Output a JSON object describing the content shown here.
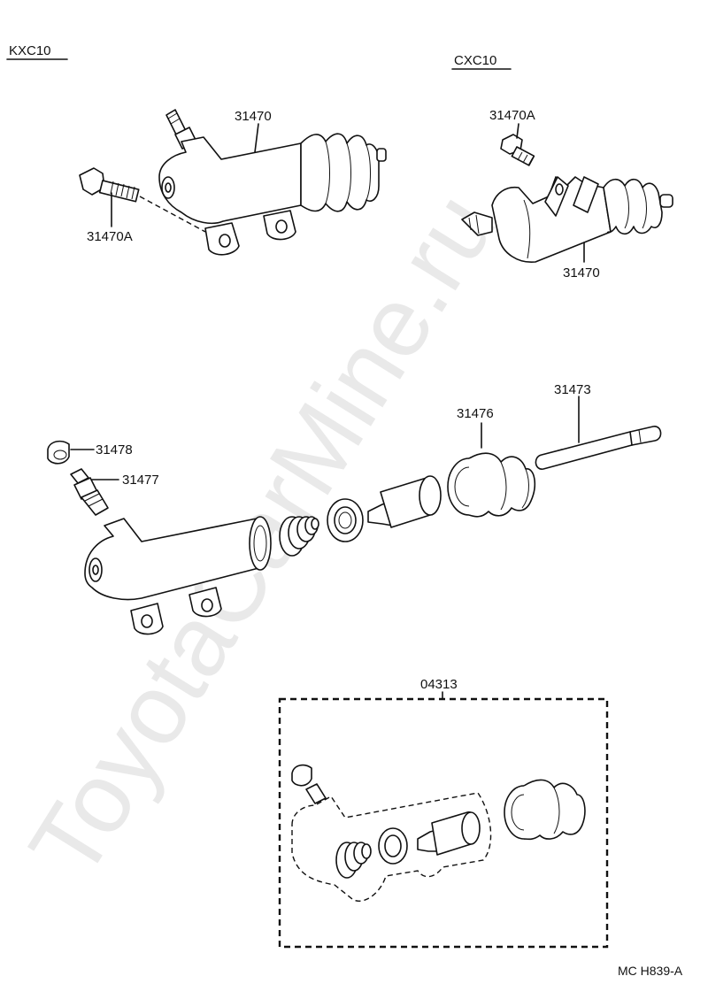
{
  "watermark": "ToyotaCarMine.ru",
  "sections": {
    "left_model": "KXC10",
    "right_model": "CXC10"
  },
  "labels": {
    "kxc_cylinder": "31470",
    "kxc_bolt": "31470A",
    "cxc_bolt": "31470A",
    "cxc_cylinder": "31470",
    "push_rod": "31473",
    "boot": "31476",
    "cap": "31478",
    "bleeder_plug": "31477",
    "repair_kit": "04313"
  },
  "figure_code": "MC H839-A"
}
